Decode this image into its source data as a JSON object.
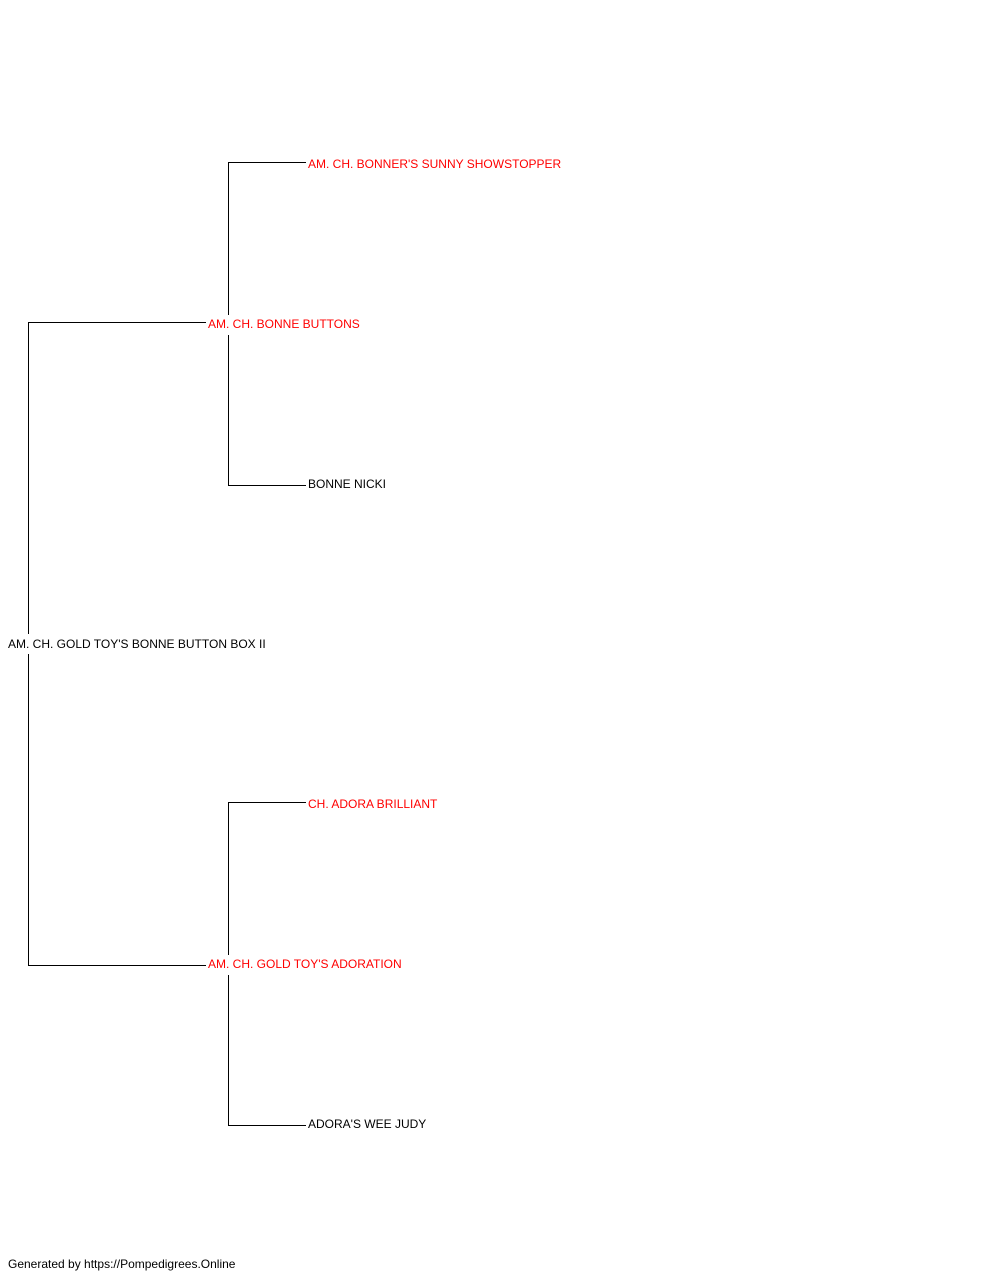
{
  "pedigree": {
    "subject": {
      "name": "AM. CH. GOLD TOY'S BONNE BUTTON BOX II",
      "champion": false
    },
    "sire": {
      "name": "AM. CH. BONNE BUTTONS",
      "champion": true
    },
    "dam": {
      "name": "AM. CH. GOLD TOY'S ADORATION",
      "champion": true
    },
    "sire_sire": {
      "name": "AM. CH. BONNER'S SUNNY SHOWSTOPPER",
      "champion": true
    },
    "sire_dam": {
      "name": "BONNE NICKI",
      "champion": false
    },
    "dam_sire": {
      "name": "CH. ADORA BRILLIANT",
      "champion": true
    },
    "dam_dam": {
      "name": "ADORA'S WEE JUDY",
      "champion": false
    }
  },
  "colors": {
    "champion": "#ff0000",
    "plain": "#000000",
    "line": "#000000"
  },
  "footer": {
    "text": "Generated by https://Pompedigrees.Online"
  }
}
